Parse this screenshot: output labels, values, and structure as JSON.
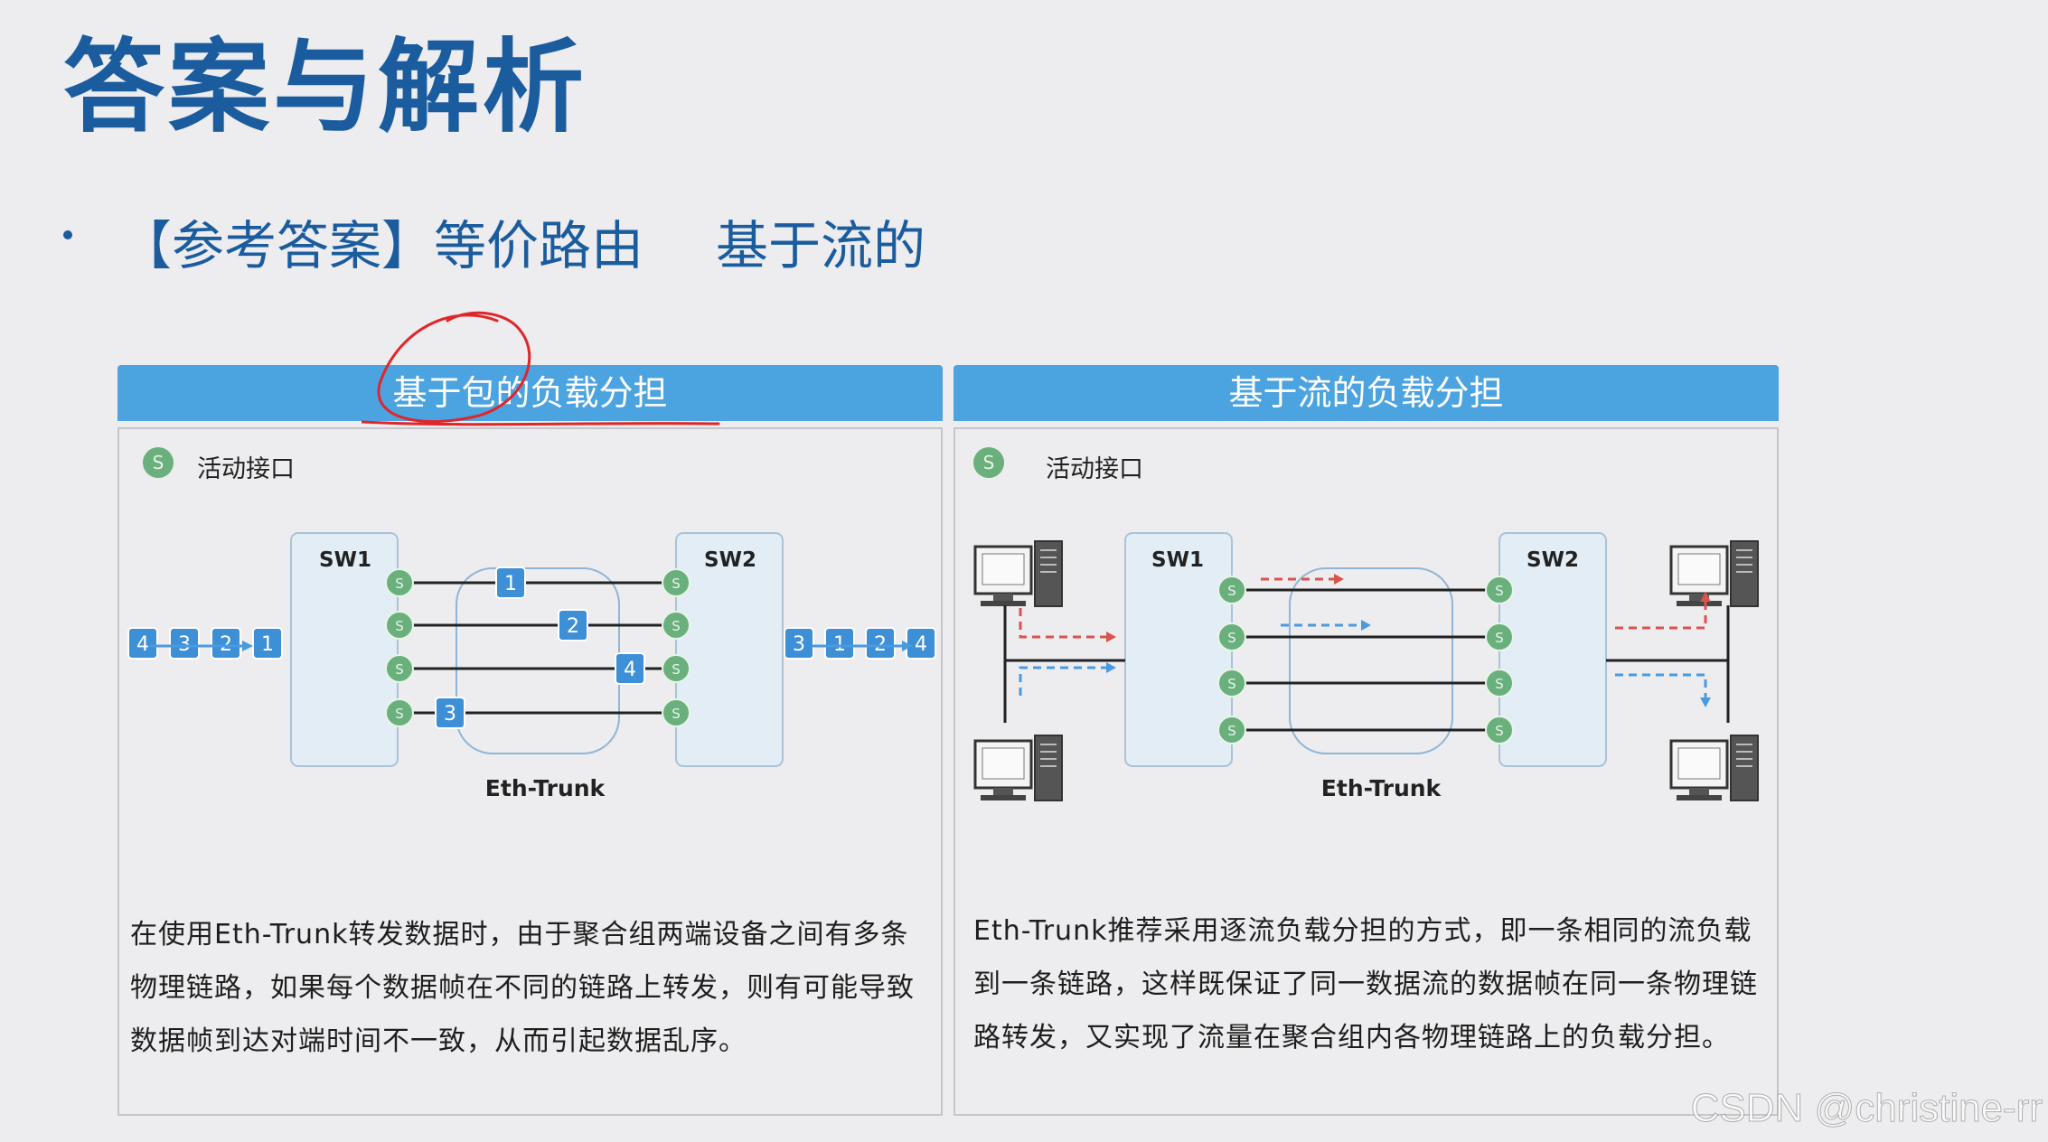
{
  "title": "答案与解析",
  "bullet": {
    "prefix": "【参考答案】等价路由",
    "answer": "基于流的"
  },
  "left_panel": {
    "header": "基于包的负载分担",
    "legend": {
      "icon": "S",
      "label": "活动接口"
    },
    "switch1": "SW1",
    "switch2": "SW2",
    "trunk_label": "Eth-Trunk",
    "input_packets": [
      "4",
      "3",
      "2",
      "1"
    ],
    "output_packets": [
      "3",
      "1",
      "2",
      "4"
    ],
    "link_packets": [
      "1",
      "2",
      "4",
      "3"
    ],
    "description": "在使用Eth-Trunk转发数据时，由于聚合组两端设备之间有多条物理链路，如果每个数据帧在不同的链路上转发，则有可能导致数据帧到达对端时间不一致，从而引起数据乱序。",
    "annotation": "red-hand-drawn-circle"
  },
  "right_panel": {
    "header": "基于流的负载分担",
    "legend": {
      "icon": "S",
      "label": "活动接口"
    },
    "switch1": "SW1",
    "switch2": "SW2",
    "trunk_label": "Eth-Trunk",
    "description": "Eth-Trunk推荐采用逐流负载分担的方式，即一条相同的流负载到一条链路，这样既保证了同一数据流的数据帧在同一条物理链路转发，又实现了流量在聚合组内各物理链路上的负载分担。"
  },
  "colors": {
    "title": "#1a5c9e",
    "header_bg": "#4ba3e0",
    "interface_green": "#6ab07c",
    "packet_blue": "#3d8fd6",
    "flow_red": "#d9534f",
    "flow_blue": "#4a9ae0",
    "annotation_red": "#e0262a"
  },
  "watermark": "CSDN @christine-rr"
}
